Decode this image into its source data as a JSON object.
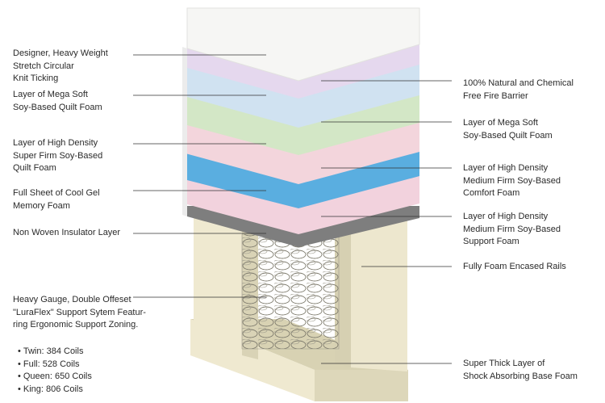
{
  "labels_left": [
    "Designer, Heavy Weight\nStretch Circular\nKnit Ticking",
    "Layer of Mega Soft\nSoy-Based Quilt Foam",
    "Layer of High Density\nSuper Firm Soy-Based\nQuilt Foam",
    "Full Sheet of Cool Gel\nMemory Foam",
    "Non Woven Insulator Layer",
    "Heavy Gauge, Double Offeset\n\"LuraFlex\" Support Sytem Featur-\nring Ergonomic Support Zoning."
  ],
  "coil_counts": [
    "Twin: 384 Coils",
    "Full: 528 Coils",
    "Queen: 650 Coils",
    "King: 806 Coils"
  ],
  "labels_right": [
    "100% Natural and Chemical\nFree Fire Barrier",
    "Layer of Mega Soft\nSoy-Based Quilt Foam",
    "Layer of High Density\nMedium Firm Soy-Based\nComfort Foam",
    "Layer of High Density\nMedium Firm Soy-Based\nSupport Foam",
    "Fully Foam Encased Rails",
    "Super Thick Layer of\nShock Absorbing Base Foam"
  ],
  "colors": {
    "ticking": "#f4f4f2",
    "fire_barrier": "#e6d9ef",
    "quilt_foam_blue": "#cfe0ef",
    "quilt_foam_green": "#d2e6c7",
    "comfort_foam_pink": "#f3d3db",
    "gel_memory_blue": "#5fb2e2",
    "support_foam_pink": "#f1d0dc",
    "insulator_grey": "#8e8e8e",
    "encasement_tan": "#e7e1c4",
    "coil_bg": "#e9e6d5"
  }
}
